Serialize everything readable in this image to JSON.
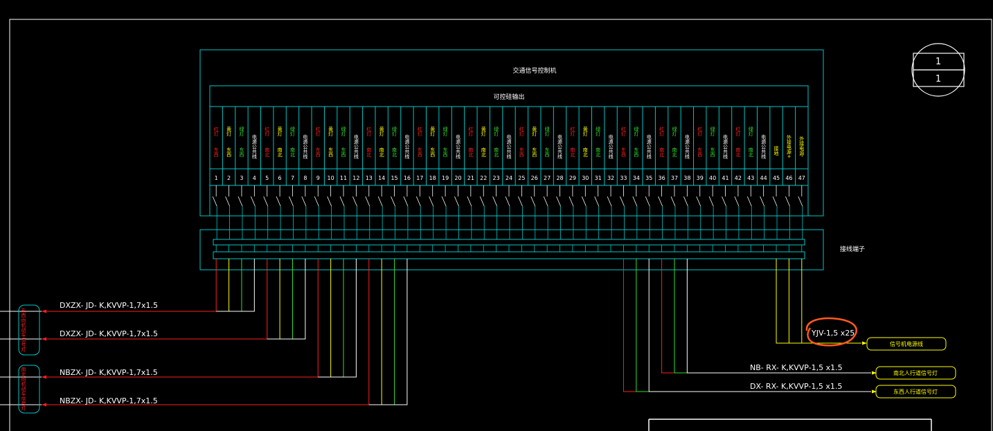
{
  "colors": {
    "frame": "#ffffff",
    "cyan": "#00c8c8",
    "red": "#ff2020",
    "yellow": "#ffff00",
    "green": "#30e030",
    "white": "#ffffff",
    "orange": "#ff5a1e"
  },
  "title_badge": {
    "top": "1",
    "bottom": "1"
  },
  "controller": {
    "title": "交通信号控制机",
    "output_header": "可控硅输出",
    "terminal_label": "接线端子"
  },
  "channels": [
    {
      "num": "1",
      "color": "red",
      "top": "红灯",
      "bottom": "东西"
    },
    {
      "num": "2",
      "color": "yellow",
      "top": "黄灯",
      "bottom": "东西"
    },
    {
      "num": "3",
      "color": "green",
      "top": "绿灯",
      "bottom": "东西"
    },
    {
      "num": "4",
      "color": "white",
      "top": "",
      "bottom": "电源公共线"
    },
    {
      "num": "5",
      "color": "red",
      "top": "红灯",
      "bottom": "南北"
    },
    {
      "num": "6",
      "color": "yellow",
      "top": "黄灯",
      "bottom": "南北"
    },
    {
      "num": "7",
      "color": "green",
      "top": "绿灯",
      "bottom": "南北"
    },
    {
      "num": "8",
      "color": "white",
      "top": "",
      "bottom": "电源公共线"
    },
    {
      "num": "9",
      "color": "red",
      "top": "红灯",
      "bottom": "东西"
    },
    {
      "num": "10",
      "color": "yellow",
      "top": "黄灯",
      "bottom": "东西"
    },
    {
      "num": "11",
      "color": "green",
      "top": "绿灯",
      "bottom": "东西"
    },
    {
      "num": "12",
      "color": "white",
      "top": "",
      "bottom": "电源公共线"
    },
    {
      "num": "13",
      "color": "red",
      "top": "红灯",
      "bottom": "南北"
    },
    {
      "num": "14",
      "color": "yellow",
      "top": "黄灯",
      "bottom": "南北"
    },
    {
      "num": "15",
      "color": "green",
      "top": "绿灯",
      "bottom": "南北"
    },
    {
      "num": "16",
      "color": "white",
      "top": "",
      "bottom": "电源公共线"
    },
    {
      "num": "17",
      "color": "red",
      "top": "红灯",
      "bottom": "东西"
    },
    {
      "num": "18",
      "color": "yellow",
      "top": "黄灯",
      "bottom": "东西"
    },
    {
      "num": "19",
      "color": "green",
      "top": "绿灯",
      "bottom": "东西"
    },
    {
      "num": "20",
      "color": "white",
      "top": "",
      "bottom": "电源公共线"
    },
    {
      "num": "21",
      "color": "red",
      "top": "红灯",
      "bottom": "南北"
    },
    {
      "num": "22",
      "color": "yellow",
      "top": "黄灯",
      "bottom": "南北"
    },
    {
      "num": "23",
      "color": "green",
      "top": "绿灯",
      "bottom": "南北"
    },
    {
      "num": "24",
      "color": "white",
      "top": "",
      "bottom": "电源公共线"
    },
    {
      "num": "25",
      "color": "red",
      "top": "红灯",
      "bottom": "东西"
    },
    {
      "num": "26",
      "color": "yellow",
      "top": "黄灯",
      "bottom": "东西"
    },
    {
      "num": "27",
      "color": "green",
      "top": "绿灯",
      "bottom": "东西"
    },
    {
      "num": "28",
      "color": "white",
      "top": "",
      "bottom": "电源公共线"
    },
    {
      "num": "29",
      "color": "red",
      "top": "红灯",
      "bottom": "南北"
    },
    {
      "num": "30",
      "color": "yellow",
      "top": "黄灯",
      "bottom": "南北"
    },
    {
      "num": "31",
      "color": "green",
      "top": "绿灯",
      "bottom": "南北"
    },
    {
      "num": "32",
      "color": "white",
      "top": "",
      "bottom": "电源公共线"
    },
    {
      "num": "33",
      "color": "red",
      "top": "红灯",
      "bottom": "东西"
    },
    {
      "num": "34",
      "color": "green",
      "top": "绿灯",
      "bottom": "东西"
    },
    {
      "num": "35",
      "color": "white",
      "top": "",
      "bottom": "电源公共线"
    },
    {
      "num": "36",
      "color": "red",
      "top": "红灯",
      "bottom": "南北"
    },
    {
      "num": "37",
      "color": "green",
      "top": "绿灯",
      "bottom": "南北"
    },
    {
      "num": "38",
      "color": "white",
      "top": "",
      "bottom": "电源公共线"
    },
    {
      "num": "39",
      "color": "red",
      "top": "红灯",
      "bottom": "东西"
    },
    {
      "num": "40",
      "color": "green",
      "top": "绿灯",
      "bottom": "东西"
    },
    {
      "num": "41",
      "color": "white",
      "top": "",
      "bottom": "电源公共线"
    },
    {
      "num": "42",
      "color": "red",
      "top": "红灯",
      "bottom": "南北"
    },
    {
      "num": "43",
      "color": "green",
      "top": "绿灯",
      "bottom": "南北"
    },
    {
      "num": "44",
      "color": "white",
      "top": "",
      "bottom": "电源公共线"
    },
    {
      "num": "45",
      "color": "yellow",
      "top": "",
      "bottom": "接地"
    },
    {
      "num": "46",
      "color": "yellow",
      "top": "",
      "bottom": "外接电源+"
    },
    {
      "num": "47",
      "color": "yellow",
      "top": "",
      "bottom": "外接电源-"
    }
  ],
  "cables": {
    "left1": "DXZX- JD- K,KVVP-1,7x1.5",
    "left2": "DXZX- JD- K,KVVP-1,7x1.5",
    "left3": "NBZX- JD- K,KVVP-1,7x1.5",
    "left4": "NBZX- JD- K,KVVP-1,7x1.5",
    "right1": "YJV-1,5 x25",
    "right2": "NB- RX- K,KVVP-1,5 x1.5",
    "right3": "DX- RX- K,KVVP-1,5 x1.5"
  },
  "destinations": {
    "left_box1": "东西向机动车信号灯",
    "left_box2": "南北向机动车信号灯",
    "right_box1": "信号机电源线",
    "right_box2": "南北人行道信号灯",
    "right_box3": "东西人行道信号灯"
  }
}
